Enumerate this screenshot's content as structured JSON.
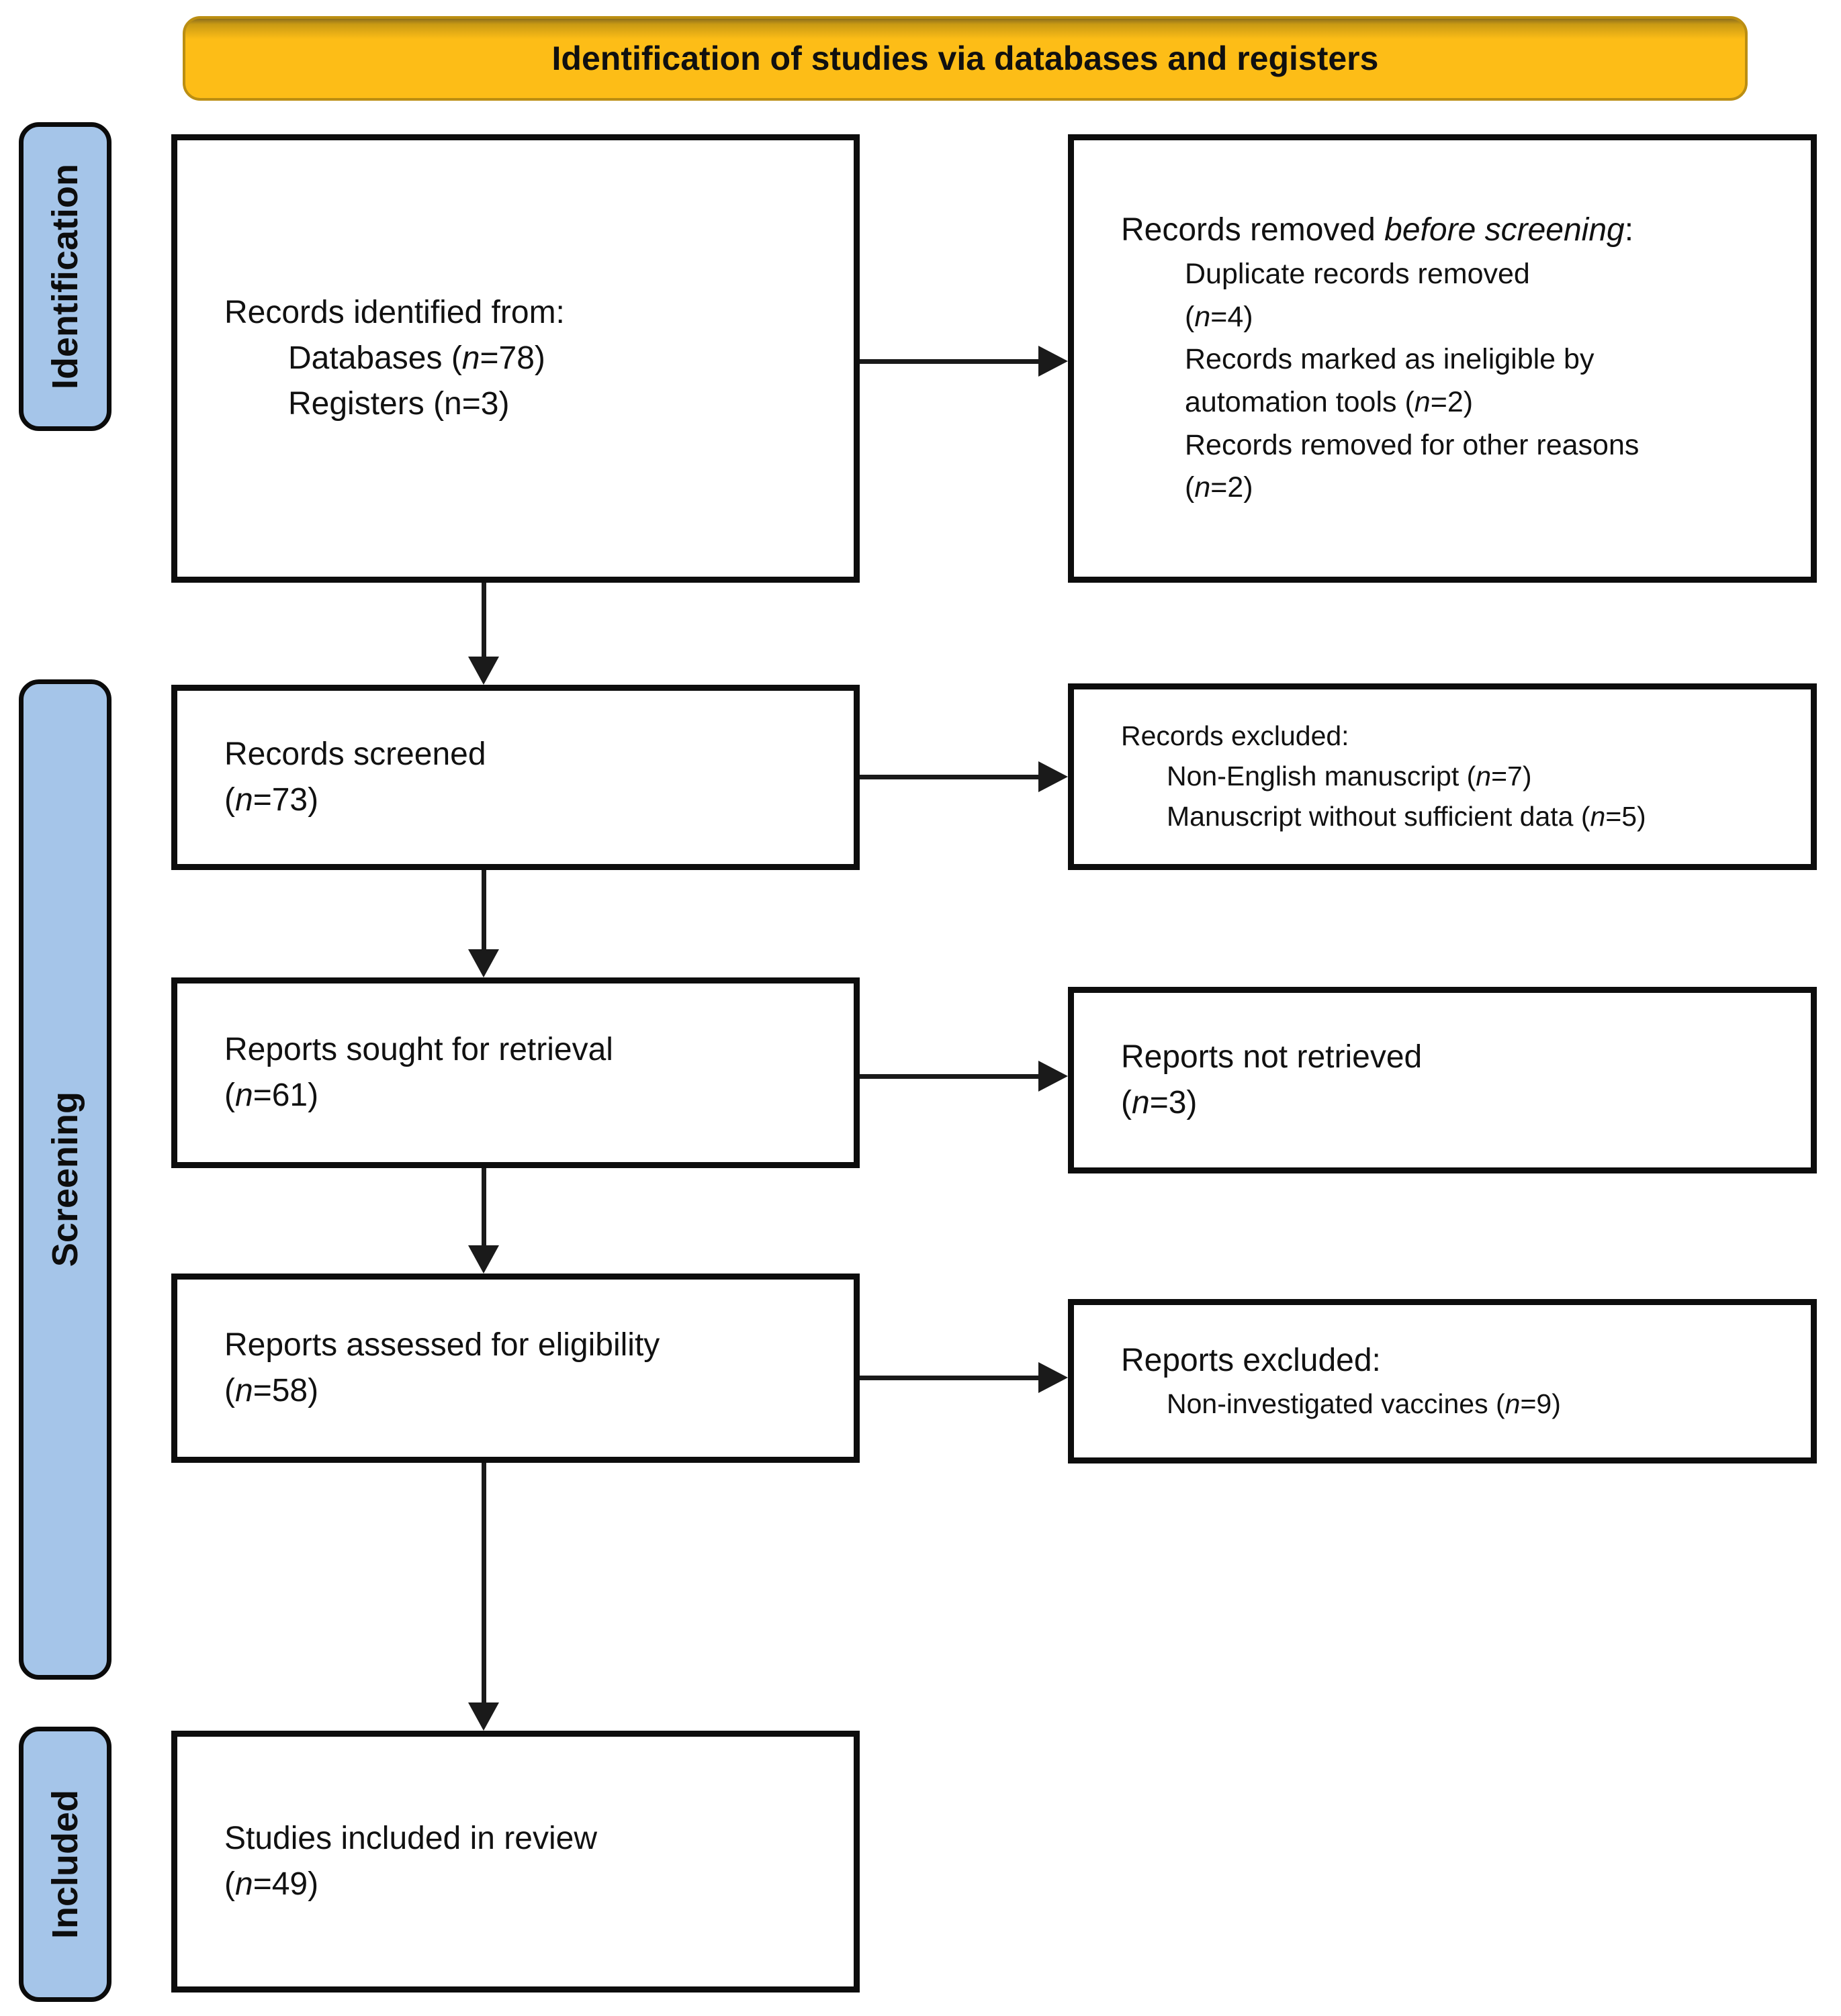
{
  "banner": {
    "title": "Identification of studies via databases and registers"
  },
  "stages": {
    "identification": "Identification",
    "screening": "Screening",
    "included": "Included"
  },
  "colors": {
    "banner_bg": "#fdbd17",
    "banner_border": "#bb8e12",
    "stage_bg": "#a5c5e9",
    "box_border": "#0d0d0d",
    "arrow": "#1a1a1a"
  },
  "boxes": {
    "identified": {
      "title": "Records identified from:",
      "databases": {
        "pre": "Databases (",
        "n": "n",
        "post": "=78)"
      },
      "registers": "Registers (n=3)"
    },
    "removed": {
      "heading": {
        "pre": "Records removed ",
        "italic": "before screening",
        "post": ":"
      },
      "l1": "Duplicate records removed",
      "l2": {
        "pre": "(",
        "n": "n",
        "post": "=4)"
      },
      "l3": "Records marked as ineligible by",
      "l4": {
        "pre": "automation tools (",
        "n": "n",
        "post": "=2)"
      },
      "l5": "Records removed for other reasons",
      "l6": {
        "pre": "(",
        "n": "n",
        "post": "=2)"
      }
    },
    "screened": {
      "line": "Records screened",
      "count": {
        "pre": "(",
        "n": "n",
        "post": "=73)"
      }
    },
    "excluded_records": {
      "heading": "Records excluded:",
      "item1": {
        "pre": "Non-English manuscript (",
        "n": "n",
        "post": "=7)"
      },
      "item2": {
        "pre": "Manuscript without sufficient data (",
        "n": "n",
        "post": "=5)"
      }
    },
    "sought": {
      "line": "Reports sought for retrieval",
      "count": {
        "pre": "(",
        "n": "n",
        "post": "=61)"
      }
    },
    "not_retrieved": {
      "line": "Reports not retrieved",
      "count": {
        "pre": "(",
        "n": "n",
        "post": "=3)"
      }
    },
    "assessed": {
      "line": "Reports assessed for eligibility",
      "count": {
        "pre": "(",
        "n": "n",
        "post": "=58)"
      }
    },
    "excluded_reports": {
      "heading": "Reports excluded:",
      "item1": {
        "pre": "Non-investigated vaccines (",
        "n": "n",
        "post": "=9)"
      }
    },
    "included_studies": {
      "line": "Studies included in review",
      "count": {
        "pre": "(",
        "n": "n",
        "post": "=49)"
      }
    }
  }
}
